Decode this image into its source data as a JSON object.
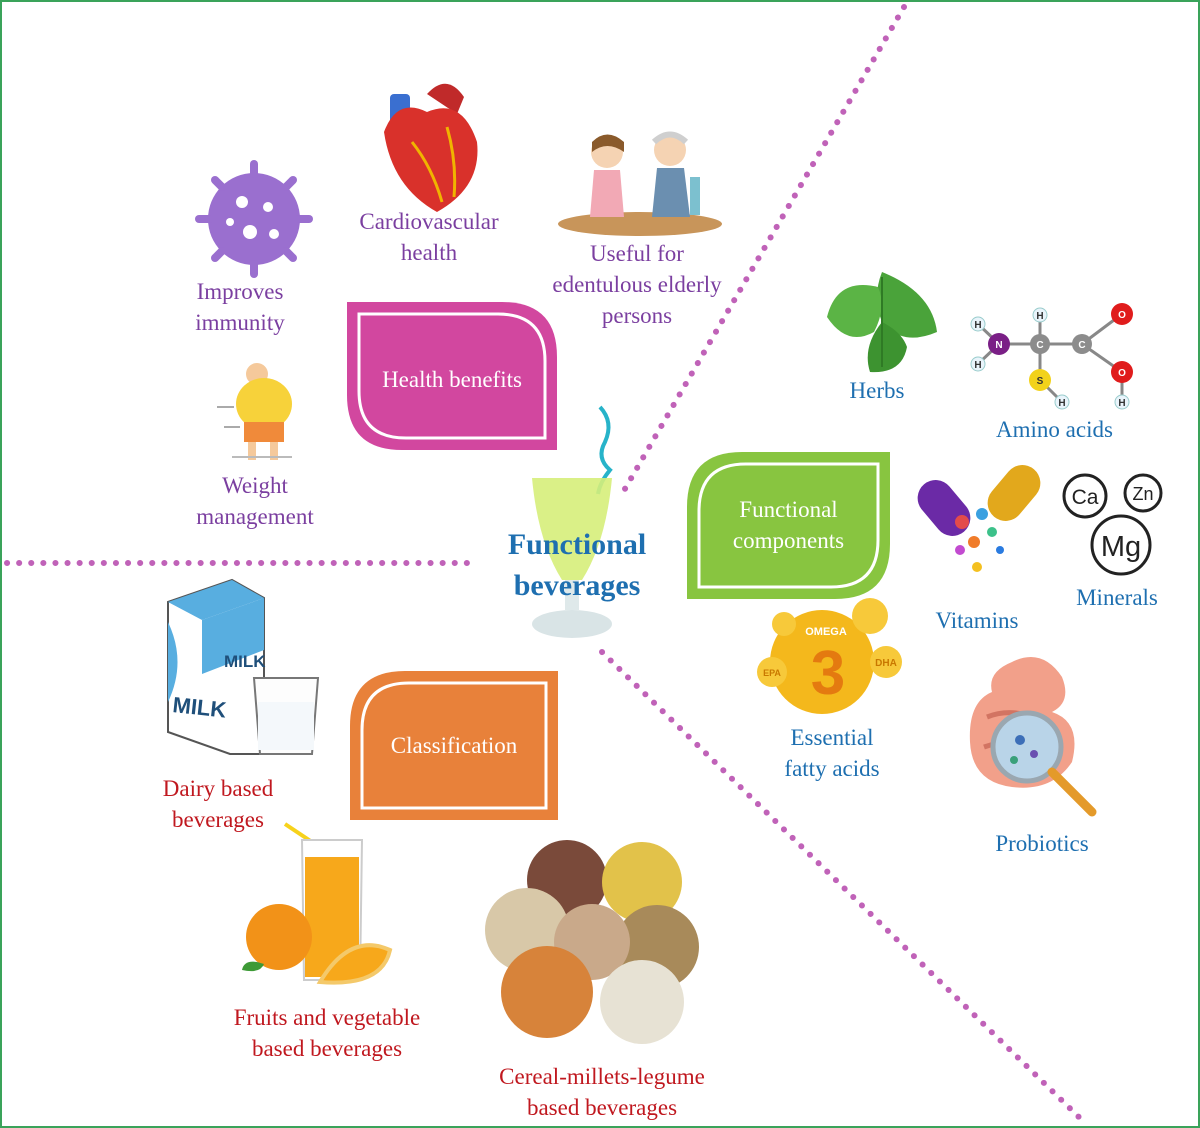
{
  "center": {
    "line1": "Functional",
    "line2": "beverages"
  },
  "health_benefits": {
    "title": "Health benefits",
    "items": {
      "cardio": [
        "Cardiovascular",
        "health"
      ],
      "elderly": [
        "Useful for",
        "edentulous elderly",
        "persons"
      ],
      "immunity": [
        "Improves",
        "immunity"
      ],
      "weight": [
        "Weight",
        "management"
      ]
    }
  },
  "functional_components": {
    "title": [
      "Functional",
      "components"
    ],
    "items": {
      "herbs": "Herbs",
      "amino": "Amino acids",
      "vitamins": "Vitamins",
      "minerals": "Minerals",
      "fatty": [
        "Essential",
        "fatty acids"
      ],
      "probiotics": "Probiotics"
    },
    "molecule_atoms": {
      "n": "N",
      "h": "H",
      "c": "C",
      "s": "S",
      "o": "O"
    },
    "mineral_symbols": [
      "Ca",
      "Zn",
      "Mg"
    ],
    "omega": {
      "word": "OMEGA",
      "number": "3",
      "epa": "EPA",
      "dha": "DHA"
    }
  },
  "classification": {
    "title": "Classification",
    "items": {
      "dairy": [
        "Dairy based",
        "beverages"
      ],
      "fruits": [
        "Fruits and vegetable",
        "based beverages"
      ],
      "cereal": [
        "Cereal-millets-legume",
        "based beverages"
      ]
    },
    "milk_text": [
      "MILK",
      "MILK"
    ]
  },
  "colors": {
    "health": "#d2479f",
    "components": "#88c540",
    "classification": "#e8813a",
    "dots": "#c062b8",
    "border": "#3aa35a"
  }
}
